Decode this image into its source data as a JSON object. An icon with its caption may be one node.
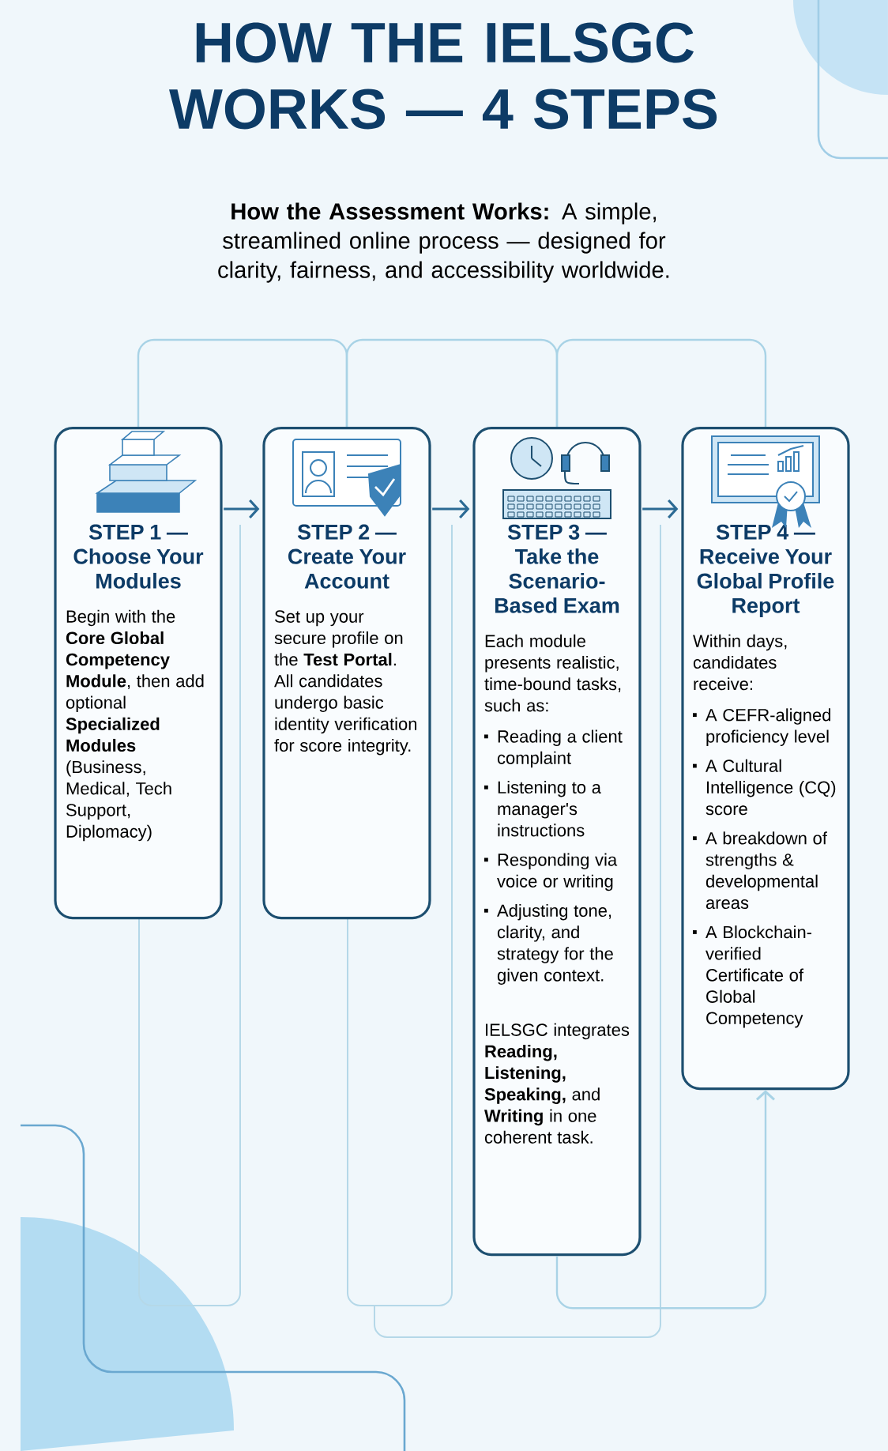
{
  "diagram": {
    "title": "HOW THE IELSGC WORKS — 4 STEPS",
    "nodes": [
      {
        "text": [
          "STEP 1 — Choose Your Modules",
          "Begin with the **Core Global Competency Module**, then add optional **Specialized Modules** (Business, Medical, Tech Support, Diplomacy)"
        ]
      },
      {
        "text": [
          "STEP 2 — Create Your Account",
          "Set up your secure profile on the **Test Portal**. All candidates undergo basic identity verification for score integrity."
        ]
      },
      {
        "text": [
          "STEP 3 — Take the Scenario-Based Exam",
          "Each module presents realistic, time-bound tasks, such as:",
          "Reading a client complaint",
          "Listening to a manager's instructions",
          "Responding via voice or writing",
          "Adjusting tone, clarity, and strategy for the given context.",
          "IELSGC integrates **Reading, Listening, Speaking,** and **Writing** in one coherent task."
        ]
      },
      {
        "text": [
          "STEP 4 — Receive Your Global Profile Report",
          "Within days, candidates receive:",
          "A CEFR-aligned proficiency level",
          "A Cultural Intelligence (CQ) score",
          "A breakdown of strengths & developmental areas",
          "A Blockchain-verified Certificate of Global Competency"
        ]
      }
    ],
    "edges": [
      {
        "from": 0,
        "to": 1,
        "arrow": "to",
        "color": "#2b6a94"
      },
      {
        "from": 1,
        "to": 2,
        "arrow": "to",
        "color": "#2b6a94"
      },
      {
        "from": 2,
        "to": 3,
        "arrow": "to",
        "color": "#2b6a94"
      },
      {
        "from": 0,
        "to": 1,
        "arrow": "none"
      },
      {
        "from": 1,
        "to": 2,
        "arrow": "none"
      },
      {
        "from": 2,
        "to": 3,
        "arrow": "none"
      },
      {
        "from": 2,
        "to": 3,
        "arrow": "to"
      }
    ],
    "labels": [
      "**How the Assessment Works:** A simple, streamlined online process — designed for clarity, fairness, and accessibility worldwide."
    ]
  }
}
